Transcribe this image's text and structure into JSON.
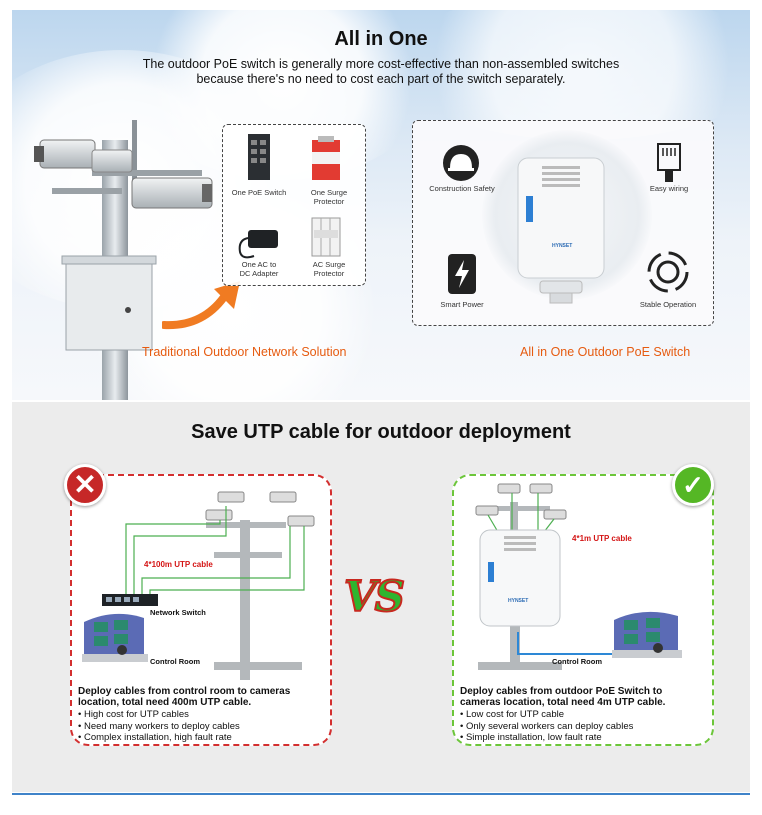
{
  "top": {
    "title": "All in One",
    "subtitle_line1": "The outdoor PoE switch is generally more cost-effective than non-assembled switches",
    "subtitle_line2": "because there's no need to cost each part of the switch separately.",
    "components": [
      {
        "label1": "One PoE Switch",
        "label2": ""
      },
      {
        "label1": "One Surge",
        "label2": "Protector"
      },
      {
        "label1": "One AC to",
        "label2": "DC Adapter"
      },
      {
        "label1": "AC Surge",
        "label2": "Protector"
      }
    ],
    "features": [
      "Construction Safety",
      "Easy wiring",
      "Smart Power",
      "Stable Operation"
    ],
    "device_logo": "HYNSET",
    "left_caption": "Traditional Outdoor Network Solution",
    "right_caption": "All in One Outdoor PoE Switch"
  },
  "bottom": {
    "title": "Save UTP cable for outdoor deployment",
    "vs": "VS",
    "left": {
      "cable_label": "4*100m UTP cable",
      "switch_label": "Network Switch",
      "room_label": "Control Room",
      "desc_line1": "Deploy cables from control room to cameras",
      "desc_line2": "location, total need 400m UTP cable.",
      "bullets": [
        "• High cost for UTP cables",
        "• Need many workers to deploy cables",
        "• Complex installation, high fault rate"
      ],
      "color": "#d32f2f"
    },
    "right": {
      "cable_label": "4*1m UTP cable",
      "room_label": "Control Room",
      "device_logo": "HYNSET",
      "desc_line1": "Deploy cables from outdoor PoE Switch to",
      "desc_line2": "cameras location,  total need 4m UTP cable.",
      "bullets": [
        "• Low cost for UTP cable",
        "• Only several workers can deploy cables",
        "• Simple installation, low fault rate"
      ],
      "color": "#5cbf2a"
    }
  }
}
